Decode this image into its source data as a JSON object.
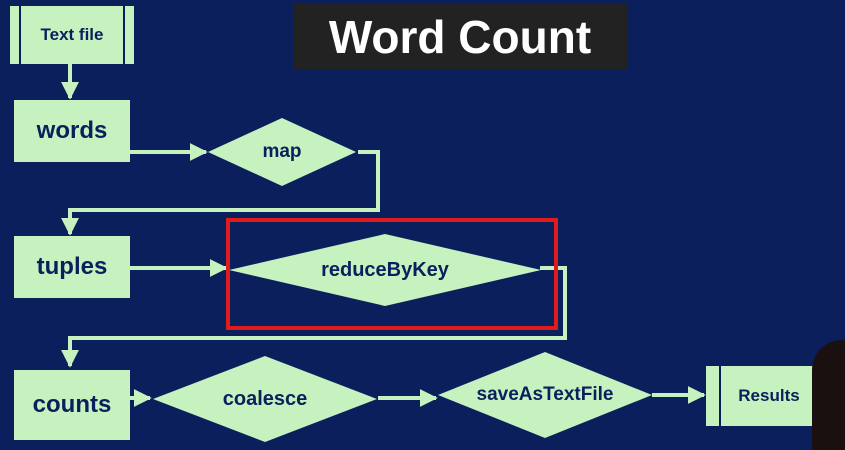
{
  "title": "Word Count",
  "colors": {
    "background": "#0b1f5c",
    "node_fill": "#c6f2c0",
    "connector": "#c6f2c0",
    "highlight": "#e01b1b",
    "node_text": "#0b1f5c",
    "title_bg": "#222222",
    "title_text": "#ffffff"
  },
  "nodes": {
    "text_file": "Text file",
    "words": "words",
    "map": "map",
    "tuples": "tuples",
    "reduce_by_key": "reduceByKey",
    "counts": "counts",
    "coalesce": "coalesce",
    "save_as_text_file": "saveAsTextFile",
    "results": "Results"
  }
}
